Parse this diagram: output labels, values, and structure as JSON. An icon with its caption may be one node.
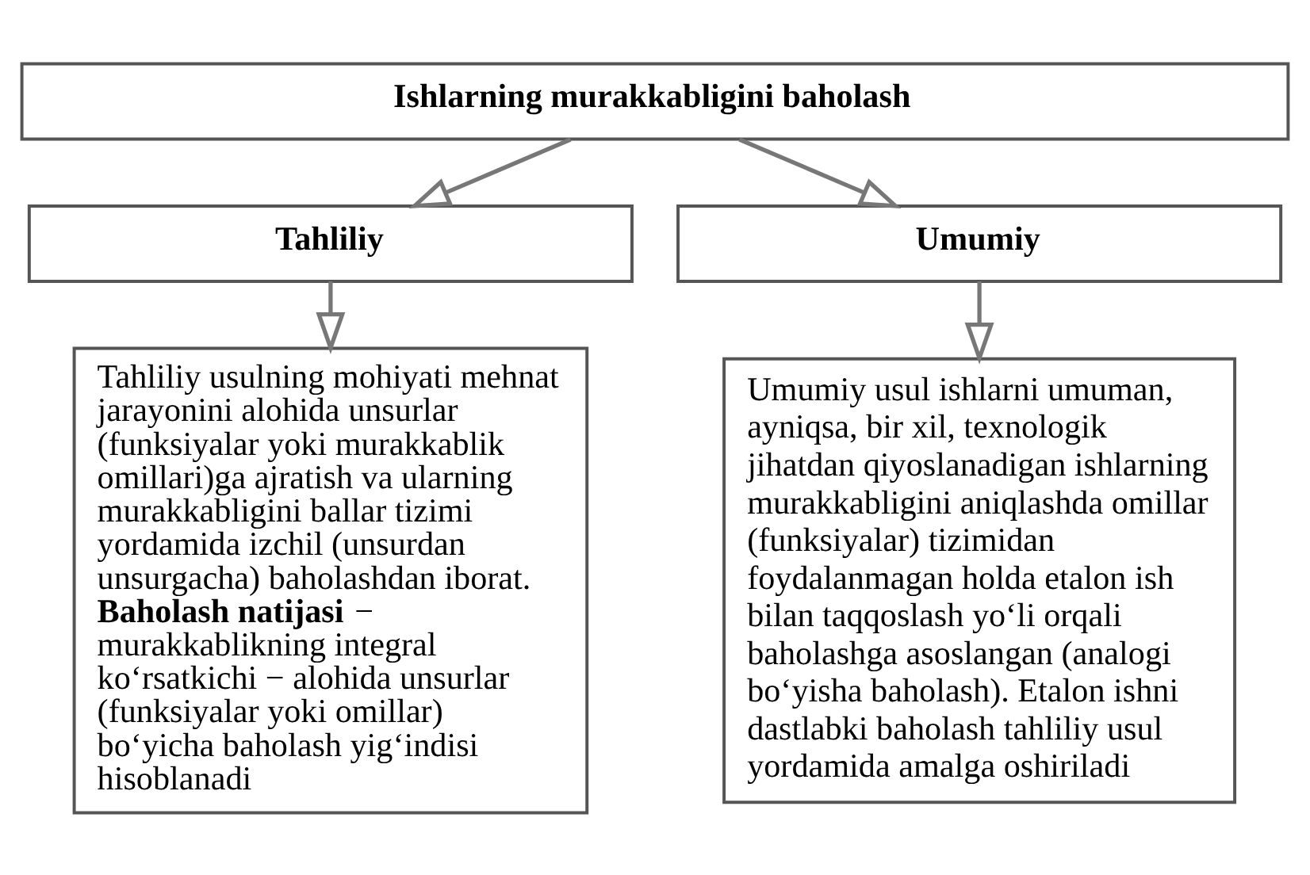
{
  "diagram": {
    "nodes": [
      {
        "text": [
          "Ishlarning murakkabligini baholash"
        ]
      },
      {
        "text": [
          "Tahliliy"
        ]
      },
      {
        "text": [
          "Umumiy"
        ]
      },
      {
        "text": [
          "Tahliliy usulning mohiyati mehnat jarayonini alohida unsurlar (funksiyalar yoki murakkablik omillari)ga ajratish va ularning murakkabligini ballar tizimi yordamida izchil (unsurdan unsurgacha) baholashdan iborat.",
          "**Baholash natijasi** − murakkablikning integral ko‘rsatkichi − alohida unsurlar (funksiyalar yoki omillar) bo‘yicha baholash yig‘indisi hisoblanadi"
        ]
      },
      {
        "text": [
          "Umumiy usul ishlarni umuman, ayniqsa, bir xil, texnologik jihatdan qiyoslanadigan ishlarning murakkabligini aniqlashda omillar (funksiyalar) tizimidan foydalanmagan holda etalon ish bilan taqqoslash yo‘li orqali baholashga asoslangan (analogi bo‘yisha baholash). Etalon ishni dastlabki baholash tahliliy usul yordamida amalga oshiriladi"
        ]
      }
    ],
    "edges": [
      {
        "from": 0,
        "to": 1,
        "arrow": "to"
      },
      {
        "from": 0,
        "to": 2,
        "arrow": "to"
      },
      {
        "from": 1,
        "to": 3,
        "arrow": "to"
      },
      {
        "from": 2,
        "to": 4,
        "arrow": "to"
      }
    ]
  }
}
